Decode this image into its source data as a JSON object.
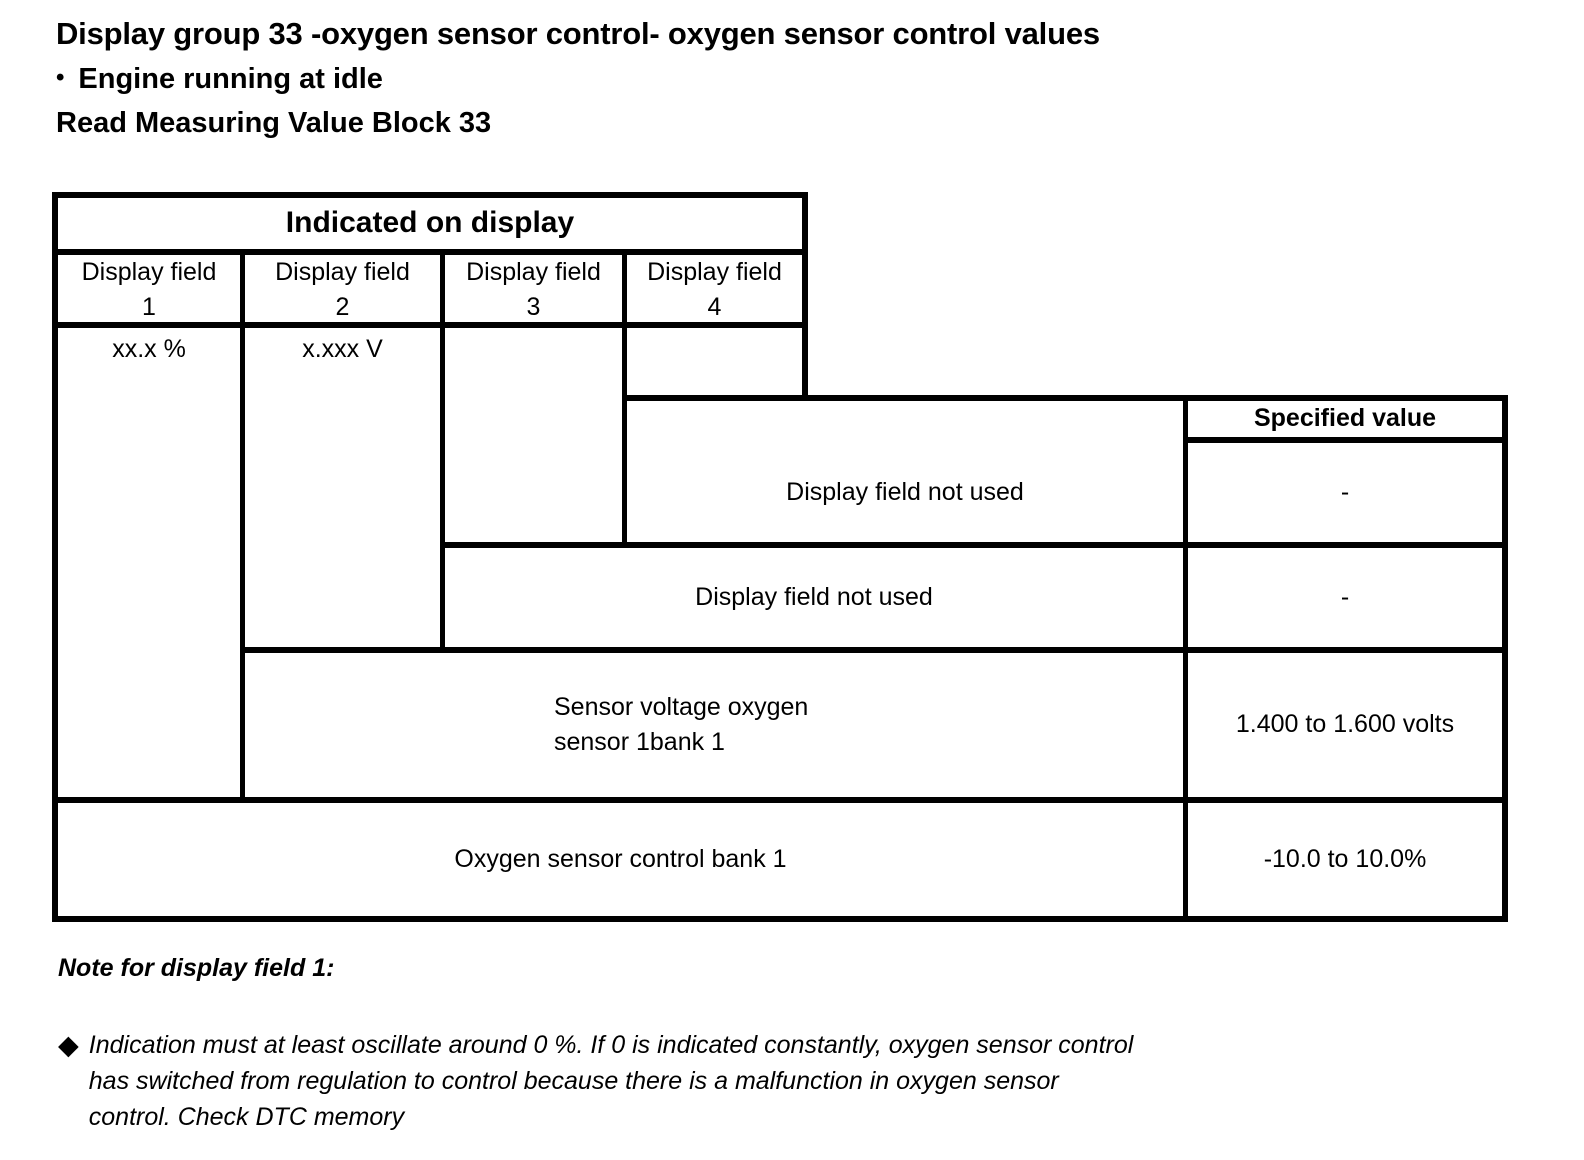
{
  "heading": {
    "title": "Display group 33 -oxygen sensor control- oxygen sensor control values",
    "bullet_symbol": "•",
    "bullet_text": "Engine running at idle",
    "subtitle": "Read Measuring Value Block 33"
  },
  "table": {
    "group_header": "Indicated on display",
    "spec_header": "Specified value",
    "display_fields": [
      {
        "label": "Display field",
        "number": "1",
        "value": "xx.x %"
      },
      {
        "label": "Display field",
        "number": "2",
        "value": "x.xxx V"
      },
      {
        "label": "Display field",
        "number": "3",
        "value": ""
      },
      {
        "label": "Display field",
        "number": "4",
        "value": ""
      }
    ],
    "rows": [
      {
        "description": "Display field not used",
        "description_line2": "",
        "specified_value": "-"
      },
      {
        "description": "Display field not used",
        "description_line2": "",
        "specified_value": "-"
      },
      {
        "description": "Sensor voltage oxygen",
        "description_line2": "sensor 1bank 1",
        "specified_value": "1.400 to 1.600 volts"
      },
      {
        "description": "Oxygen sensor control bank 1",
        "description_line2": "",
        "specified_value": "-10.0 to 10.0%"
      }
    ]
  },
  "note": {
    "title": "Note for display field 1:",
    "bullet_symbol": "◆",
    "lines": [
      "Indication must at least oscillate around 0 %. If 0 is indicated constantly, oxygen sensor control",
      "has switched from regulation to control because there is a malfunction in oxygen sensor",
      "control. Check DTC memory"
    ]
  }
}
